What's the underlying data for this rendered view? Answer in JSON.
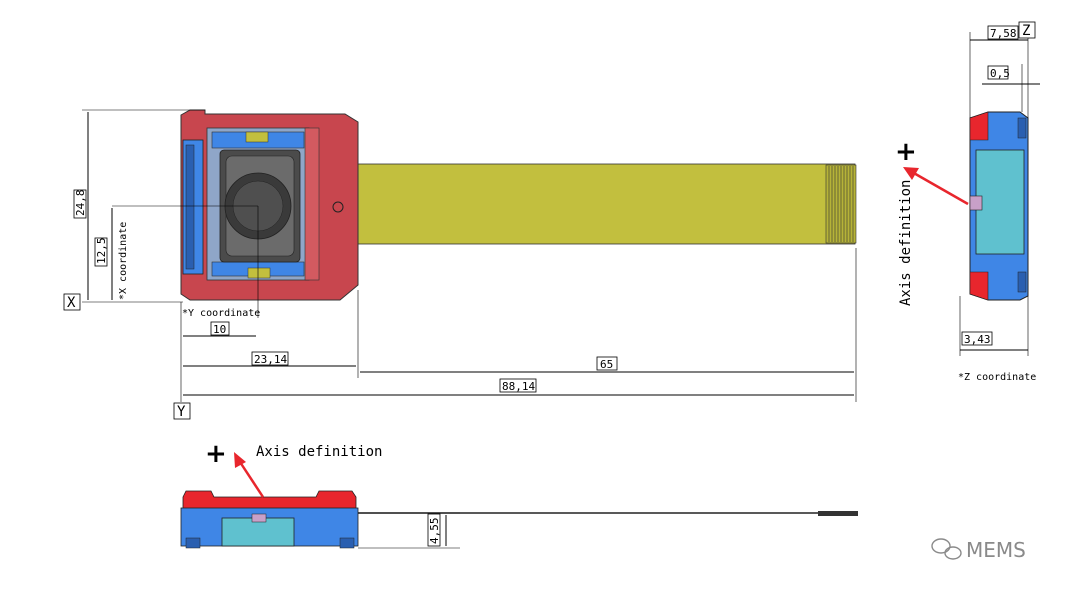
{
  "dimensions": {
    "height_total": "24,8",
    "x_coordinate": "12,5",
    "y_coordinate": "10",
    "length_body": "23,14",
    "length_flex": "65",
    "length_total": "88,14",
    "thickness_z": "7,58",
    "z_offset_small": "0,5",
    "z_coordinate": "3,43",
    "side_height": "4,55"
  },
  "axes": {
    "x": "X",
    "y": "Y",
    "z": "Z"
  },
  "notes": {
    "x_coordinate": "*X coordinate",
    "y_coordinate": "*Y coordinate",
    "z_coordinate": "*Z coordinate",
    "axis_definition_right": "Axis definition",
    "axis_definition_bottom": "Axis definition"
  },
  "symbols": {
    "plus": "+"
  },
  "watermark": {
    "text": "MEMS",
    "icon": "wechat-icon"
  },
  "colors": {
    "housing_red": "#c8464e",
    "bright_red": "#e8262d",
    "flex_olive": "#c2bf3e",
    "blue": "#3f86e6",
    "cyan": "#5fc1cf",
    "dark_gray": "#4b4b4b",
    "arrow_red": "#e8262d"
  }
}
